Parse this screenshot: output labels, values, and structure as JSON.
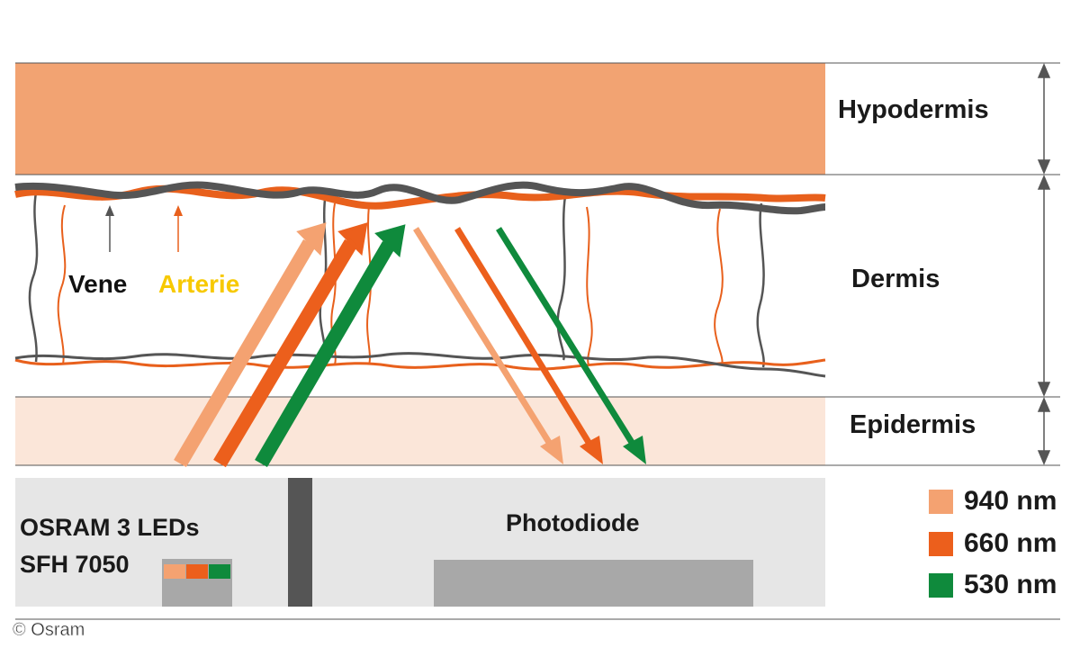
{
  "layers": {
    "hypodermis": "Hypodermis",
    "dermis": "Dermis",
    "epidermis": "Epidermis"
  },
  "vessels": {
    "vein": "Vene",
    "artery": "Arterie"
  },
  "device": {
    "led_line1": "OSRAM 3 LEDs",
    "led_line2": "SFH 7050",
    "sensor": "Photodiode"
  },
  "legend": [
    {
      "label": "940 nm",
      "color": "#f4a271"
    },
    {
      "label": "660 nm",
      "color": "#ec5f1c"
    },
    {
      "label": "530 nm",
      "color": "#0f8a3c"
    }
  ],
  "colors": {
    "hypodermis_fill": "#f2a372",
    "epidermis_fill": "#fbe6d9",
    "device_fill": "#e6e6e6",
    "vein": "#555555",
    "artery": "#e8601c",
    "artery_label": "#f7c900"
  },
  "copyright": "© Osram"
}
